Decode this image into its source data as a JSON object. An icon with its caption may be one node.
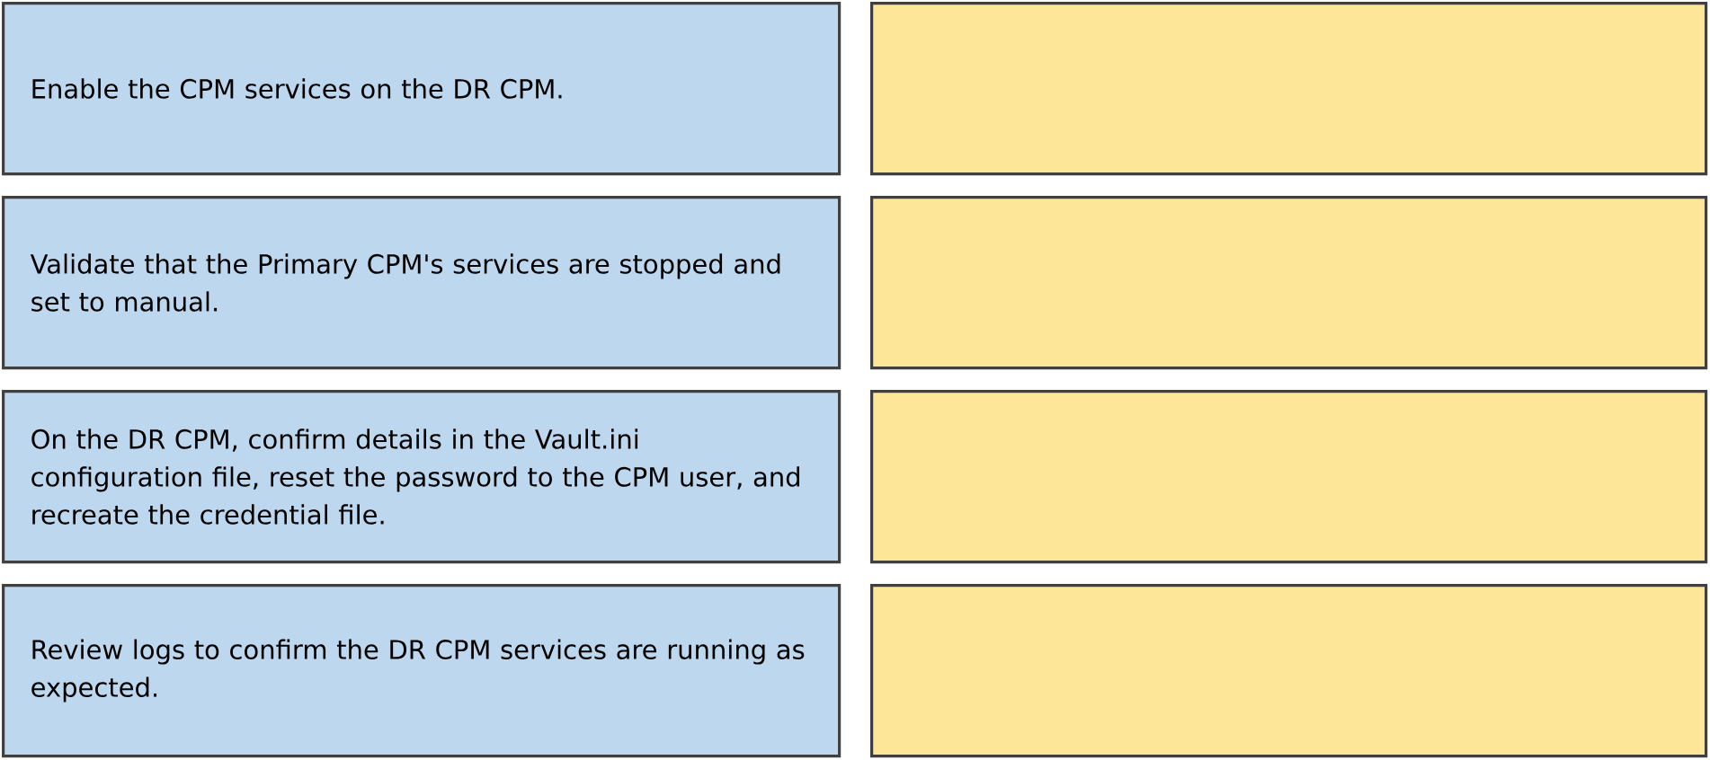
{
  "diagram": {
    "nodes": [
      {
        "text": [
          "Enable the CPM services on the DR CPM."
        ]
      },
      {
        "text": [],
        "shape": "box"
      },
      {
        "text": [
          "Validate that the Primary CPM's services are stopped and set to manual."
        ]
      },
      {
        "text": [],
        "shape": "box"
      },
      {
        "text": [
          "On the DR CPM, confirm details in the Vault.ini configuration file, reset the password to the CPM user, and recreate the credential file."
        ]
      },
      {
        "text": [],
        "shape": "box"
      },
      {
        "text": [
          "Review logs to confirm the DR CPM services are running as expected."
        ]
      },
      {
        "text": [],
        "shape": "box"
      }
    ]
  }
}
